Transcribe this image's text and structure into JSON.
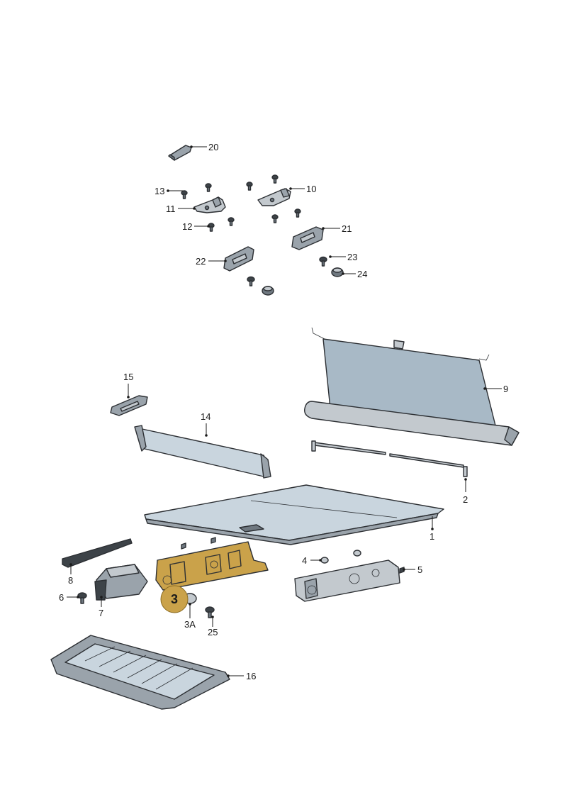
{
  "labels": {
    "l1": "1",
    "l2": "2",
    "l3": "3",
    "l3a": "3A",
    "l4": "4",
    "l5": "5",
    "l6": "6",
    "l7": "7",
    "l8": "8",
    "l9": "9",
    "l10": "10",
    "l11": "11",
    "l12": "12",
    "l13": "13",
    "l14": "14",
    "l15": "15",
    "l16": "16",
    "l20": "20",
    "l21": "21",
    "l22": "22",
    "l23": "23",
    "l24": "24",
    "l25": "25"
  },
  "colors": {
    "highlight": "#caa24a",
    "part_grey": "#9aa3ab",
    "part_blue": "#a8b9c6"
  }
}
